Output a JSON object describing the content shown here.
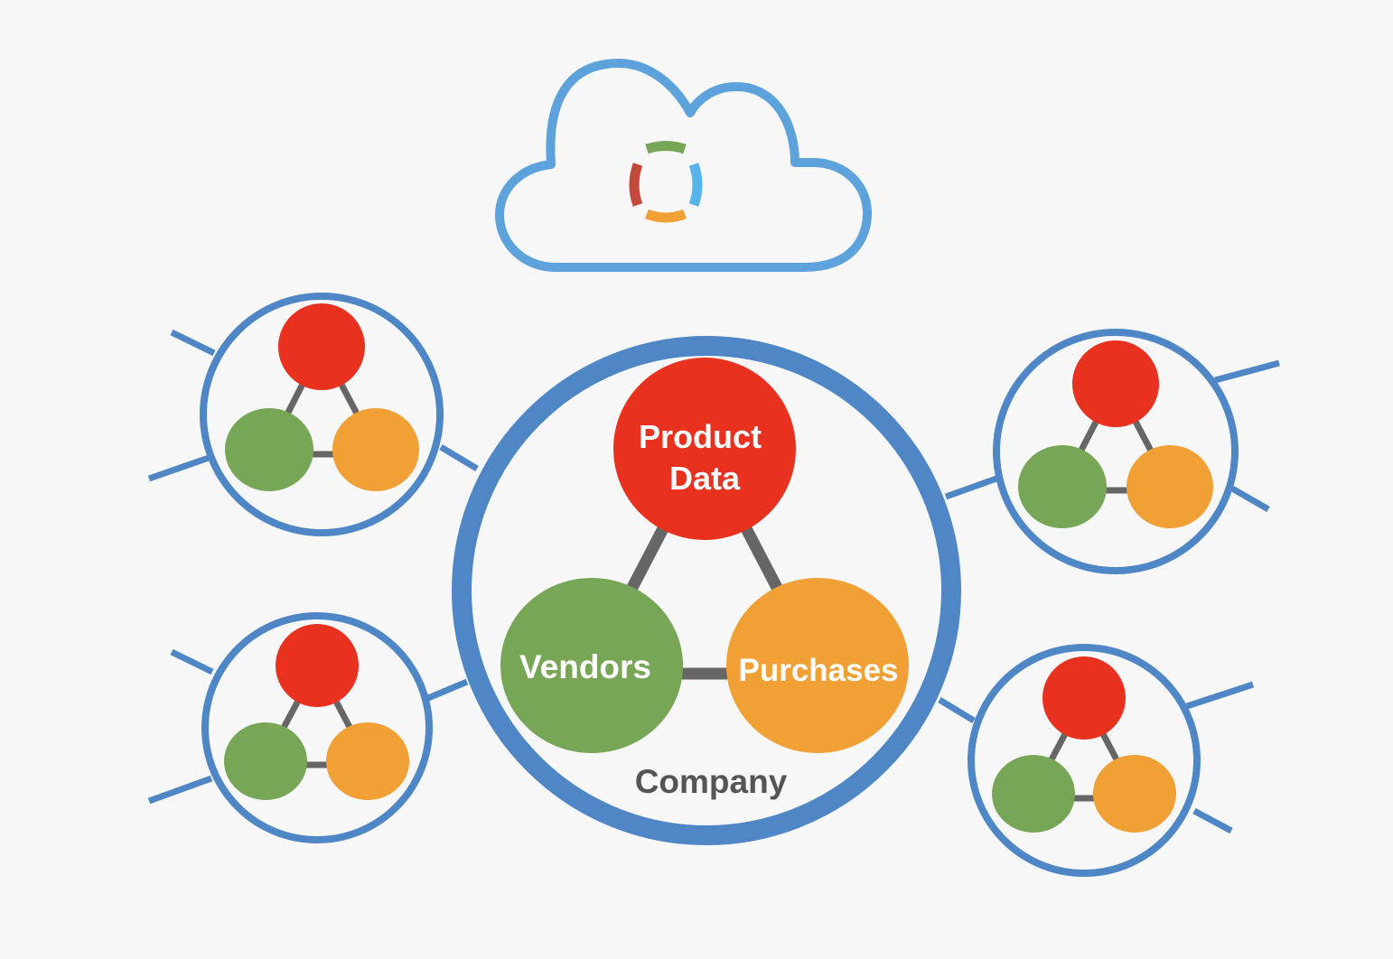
{
  "colors": {
    "background": "#f7f7f7",
    "ring_blue": "#4f86c6",
    "cloud_blue": "#5ea2dc",
    "red": "#e8321f",
    "green": "#77a656",
    "orange": "#f0a035",
    "link_gray": "#666666",
    "label_gray": "#555555",
    "logo_red": "#c24a3c",
    "logo_blue": "#56b4ea"
  },
  "icons": {
    "cloud": "cloud-icon",
    "logo": "ring-logo-icon"
  },
  "company": {
    "label": "Company",
    "nodes": {
      "product_data": {
        "line1": "Product",
        "line2": "Data"
      },
      "vendors": {
        "label": "Vendors"
      },
      "purchases": {
        "label": "Purchases"
      }
    }
  },
  "satellites": [
    {
      "id": "top-left"
    },
    {
      "id": "bottom-left"
    },
    {
      "id": "top-right"
    },
    {
      "id": "bottom-right"
    }
  ]
}
